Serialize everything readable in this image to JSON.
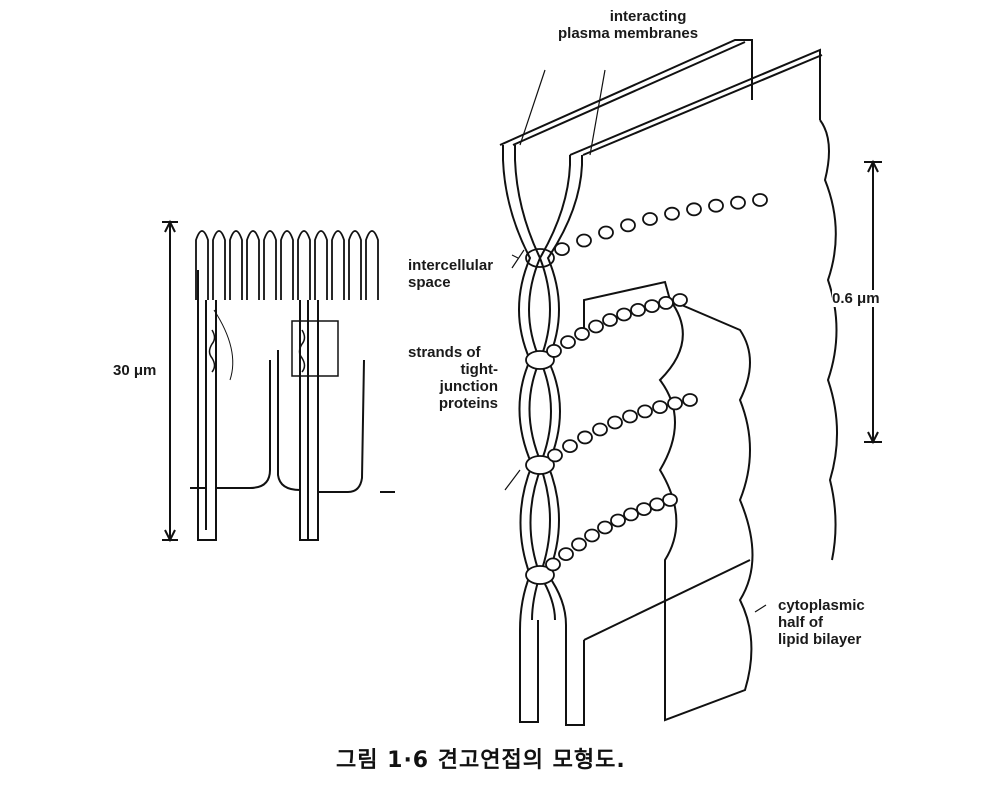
{
  "figure": {
    "caption": "그림 1·6  견고연접의 모형도.",
    "labels": {
      "interacting": "interacting",
      "plasma_membranes": "plasma membranes",
      "intercellular": "intercellular",
      "space": "space",
      "strands_of": "strands of",
      "tight": "tight-",
      "junction": "junction",
      "proteins": "proteins",
      "scale_left": "30 μm",
      "scale_right": "0.6 μm",
      "cytoplasmic": "cytoplasmic",
      "half_of": "half of",
      "lipid_bilayer": "lipid bilayer"
    }
  }
}
